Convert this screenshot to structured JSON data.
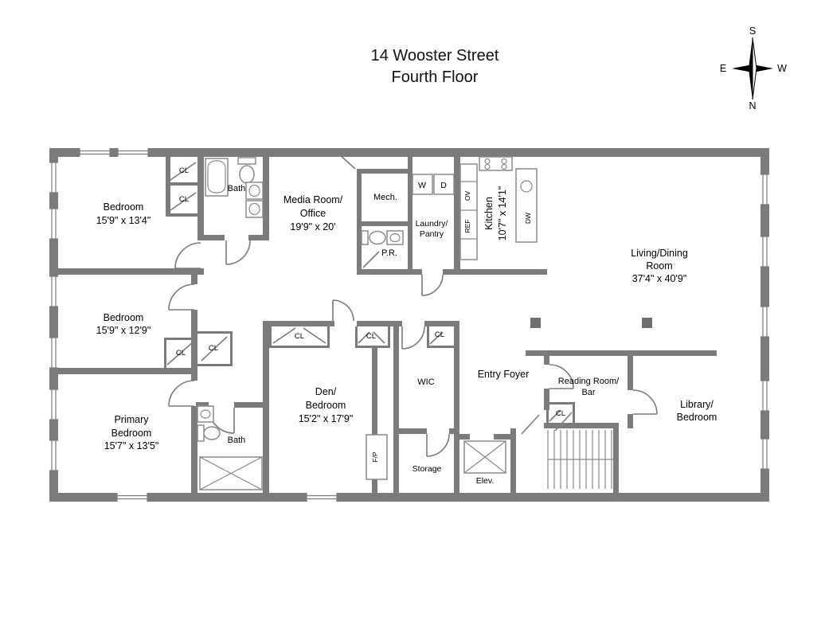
{
  "title": {
    "line1": "14 Wooster Street",
    "line2": "Fourth Floor"
  },
  "compass": {
    "north": "N",
    "south": "S",
    "east": "E",
    "west": "W"
  },
  "rooms": {
    "bedroom1_name": "Bedroom",
    "bedroom1_dims": "15'9\" x 13'4\"",
    "bedroom2_name": "Bedroom",
    "bedroom2_dims": "15'9\" x 12'9\"",
    "primary_line1": "Primary",
    "primary_line2": "Bedroom",
    "primary_dims": "15'7\" x 13'5\"",
    "media_line1": "Media Room/",
    "media_line2": "Office",
    "media_dims": "19'9\" x 20'",
    "living_line1": "Living/Dining",
    "living_line2": "Room",
    "living_dims": "37'4\" x 40'9\"",
    "den_line1": "Den/",
    "den_line2": "Bedroom",
    "den_dims": "15'2\" x 17'9\"",
    "kitchen_name": "Kitchen",
    "kitchen_dims": "10'7\" x 14'1\"",
    "library_line1": "Library/",
    "library_line2": "Bedroom",
    "reading_line1": "Reading Room/",
    "reading_line2": "Bar",
    "laundry_line1": "Laundry/",
    "laundry_line2": "Pantry",
    "entry_foyer": "Entry Foyer",
    "wic": "WIC",
    "mech": "Mech.",
    "powder_room": "P.R.",
    "bath": "Bath",
    "storage": "Storage",
    "elevator": "Elev.",
    "fireplace": "F/P",
    "closet": "CL",
    "washer": "W",
    "dryer": "D",
    "oven": "OV",
    "refrigerator": "REF",
    "dishwasher": "DW"
  }
}
